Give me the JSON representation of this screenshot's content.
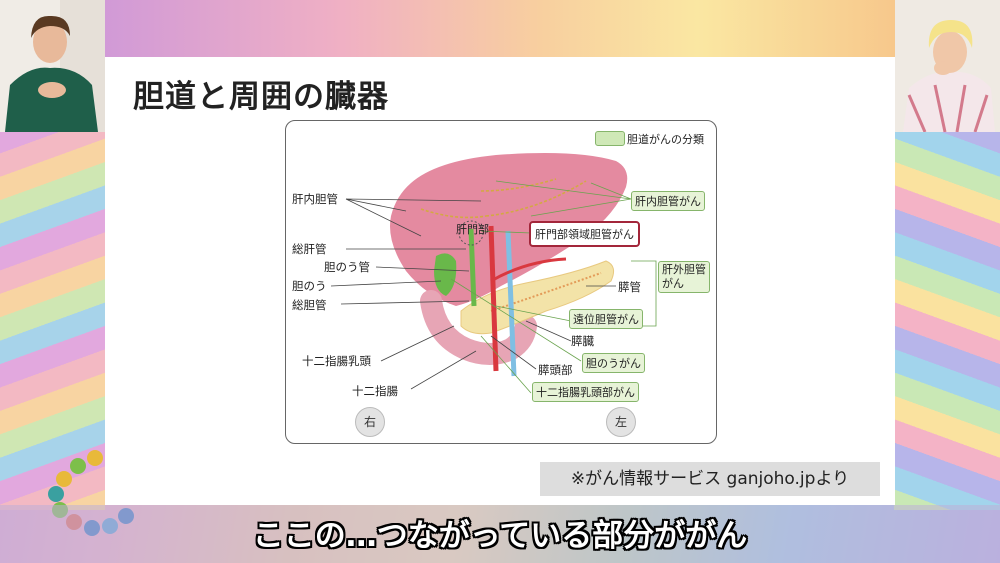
{
  "slide": {
    "title": "胆道と周囲の臓器",
    "credit": "※がん情報サービス ganjoho.jpより"
  },
  "diagram": {
    "legend": "胆道がんの分類",
    "left_labels": {
      "intrahepatic_duct": "肝内胆管",
      "common_hepatic_duct": "総肝管",
      "cystic_duct": "胆のう管",
      "gallbladder": "胆のう",
      "common_bile_duct": "総胆管",
      "papilla": "十二指腸乳頭",
      "duodenum": "十二指腸"
    },
    "inner_label": "肝門部",
    "right_labels": {
      "pancreatic_duct": "膵管",
      "pancreas": "膵臓",
      "pancreas_head": "膵頭部"
    },
    "cancer_labels": {
      "intrahepatic": "肝内胆管がん",
      "hilar": "肝門部領域胆管がん",
      "extrahepatic_line1": "肝外胆管",
      "extrahepatic_line2": "がん",
      "distal": "遠位胆管がん",
      "gallbladder": "胆のうがん",
      "ampullary": "十二指腸乳頭部がん"
    },
    "orientation": {
      "right": "右",
      "left": "左"
    }
  },
  "subtitle": "ここの…つながっている部分ががん",
  "colors": {
    "liver": "#e48aa0",
    "pancreas": "#f3e3a8",
    "highlight": "#a3263a",
    "label_green": "#e7f3d7"
  }
}
